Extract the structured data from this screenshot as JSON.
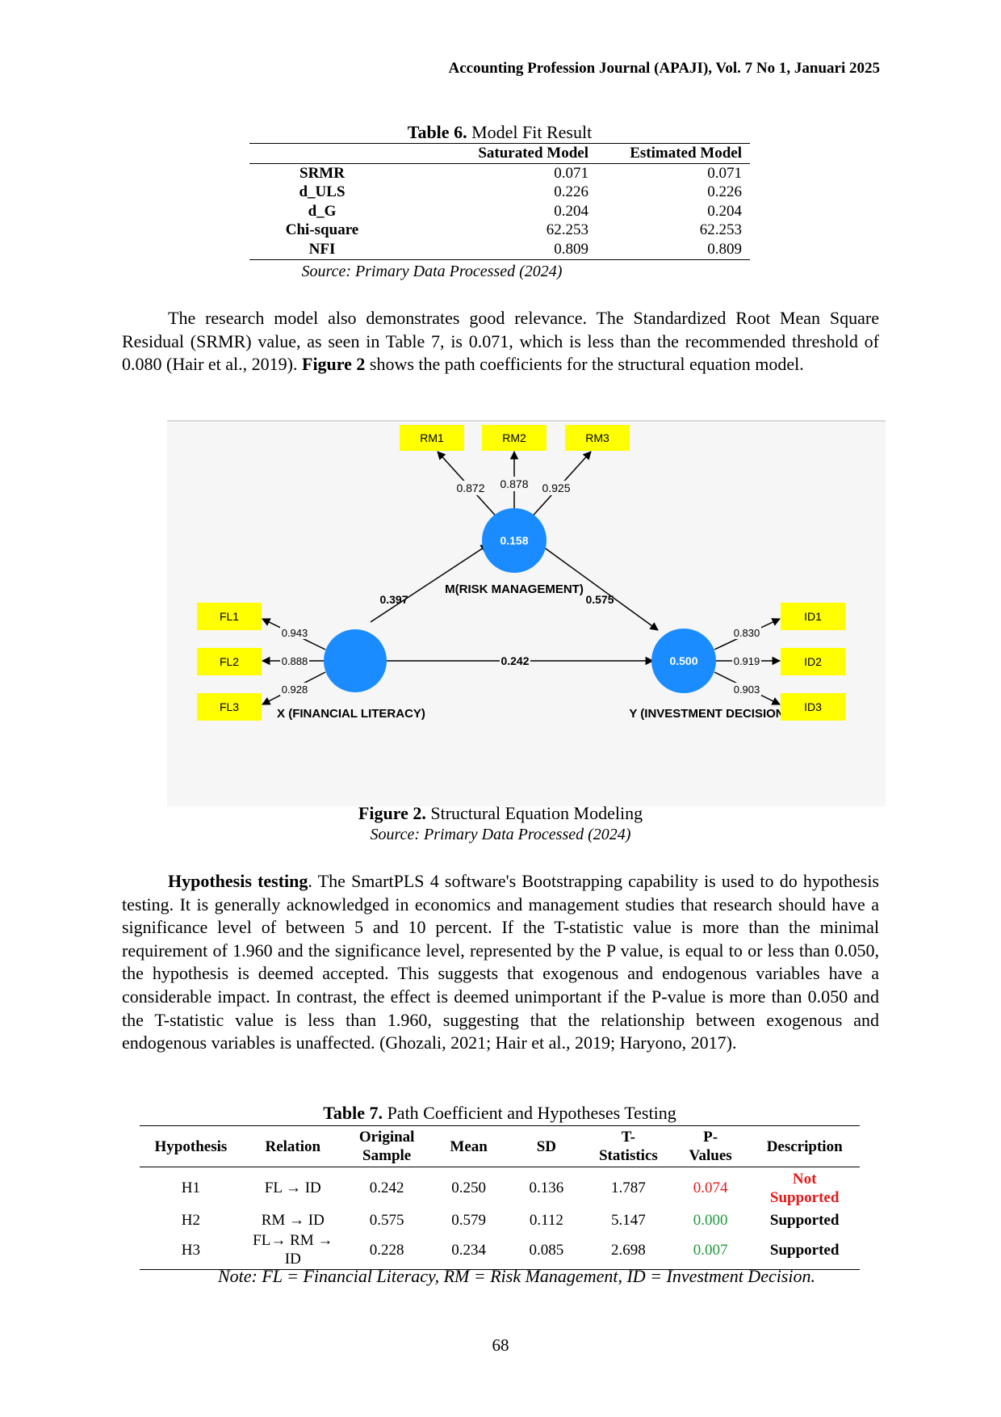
{
  "header": "Accounting Profession Journal (APAJI), Vol. 7 No 1, Januari 2025",
  "table6": {
    "caption_label": "Table 6.",
    "caption_text": "Model Fit Result",
    "columns": [
      "",
      "Saturated Model",
      "Estimated Model"
    ],
    "rows": [
      {
        "label": "SRMR",
        "saturated": "0.071",
        "estimated": "0.071"
      },
      {
        "label": "d_ULS",
        "saturated": "0.226",
        "estimated": "0.226"
      },
      {
        "label": "d_G",
        "saturated": "0.204",
        "estimated": "0.204"
      },
      {
        "label": "Chi-square",
        "saturated": "62.253",
        "estimated": "62.253"
      },
      {
        "label": "NFI",
        "saturated": "0.809",
        "estimated": "0.809"
      }
    ],
    "source": "Source: Primary Data Processed (2024)"
  },
  "para1": {
    "part1": "The research model also demonstrates good relevance. The Standardized Root Mean Square Residual (SRMR) value, as seen in Table 7, is 0.071, which is less than the recommended threshold of 0.080 (Hair et al., 2019). ",
    "bold": "Figure 2",
    "part2": " shows the path coefficients for the structural equation model."
  },
  "figure": {
    "indicators_rm": [
      "RM1",
      "RM2",
      "RM3"
    ],
    "indicators_fl": [
      "FL1",
      "FL2",
      "FL3"
    ],
    "indicators_id": [
      "ID1",
      "ID2",
      "ID3"
    ],
    "loadings_rm": [
      "0.872",
      "0.878",
      "0.925"
    ],
    "loadings_fl": [
      "0.943",
      "0.888",
      "0.928"
    ],
    "loadings_id": [
      "0.830",
      "0.919",
      "0.903"
    ],
    "r2_rm": "0.158",
    "r2_id": "0.500",
    "label_m": "M(RISK MANAGEMENT)",
    "label_x": "X (FINANCIAL LITERACY)",
    "label_y": "Y (INVESTMENT DECISION)",
    "path_x_m": "0.397",
    "path_m_y": "0.575",
    "path_x_y": "0.242",
    "colors": {
      "construct": "#1a8cff",
      "indicator": "#ffff00"
    }
  },
  "figure_caption": {
    "label": "Figure 2.",
    "text": "Structural Equation Modeling",
    "source": "Source: Primary Data Processed (2024)"
  },
  "para2": {
    "bold": "Hypothesis testing",
    "text": ". The SmartPLS 4 software's Bootstrapping capability is used to do hypothesis testing. It is generally acknowledged in economics and management studies that research should have a significance level of between 5 and 10 percent. If the T-statistic value is more than the minimal requirement of 1.960 and the significance level, represented by the P value, is equal to or less than 0.050, the hypothesis is deemed accepted. This suggests that exogenous and endogenous variables have a considerable impact. In contrast, the effect is deemed unimportant if the P-value is more than 0.050 and the T-statistic value is less than 1.960, suggesting that the relationship between exogenous and endogenous variables is unaffected. (Ghozali, 2021; Hair et al., 2019; Haryono, 2017)."
  },
  "table7": {
    "caption_label": "Table 7.",
    "caption_text": "Path Coefficient and Hypotheses Testing",
    "headers": {
      "hypothesis": "Hypothesis",
      "relation": "Relation",
      "orig1": "Original",
      "orig2": "Sample",
      "mean": "Mean",
      "sd": "SD",
      "t1": "T-",
      "t2": "Statistics",
      "p1": "P-",
      "p2": "Values",
      "desc": "Description"
    },
    "rows": [
      {
        "h": "H1",
        "rel1": "FL → ID",
        "rel2": "",
        "orig": "0.242",
        "mean": "0.250",
        "sd": "0.136",
        "t": "1.787",
        "p": "0.074",
        "desc1": "Not",
        "desc2": "Supported"
      },
      {
        "h": "H2",
        "rel1": "RM → ID",
        "rel2": "",
        "orig": "0.575",
        "mean": "0.579",
        "sd": "0.112",
        "t": "5.147",
        "p": "0.000",
        "desc1": "Supported",
        "desc2": ""
      },
      {
        "h": "H3",
        "rel1": "FL→ RM →",
        "rel2": "ID",
        "orig": "0.228",
        "mean": "0.234",
        "sd": "0.085",
        "t": "2.698",
        "p": "0.007",
        "desc1": "Supported",
        "desc2": ""
      }
    ],
    "note": "Note: FL = Financial Literacy, RM = Risk Management, ID = Investment Decision."
  },
  "page_number": "68"
}
